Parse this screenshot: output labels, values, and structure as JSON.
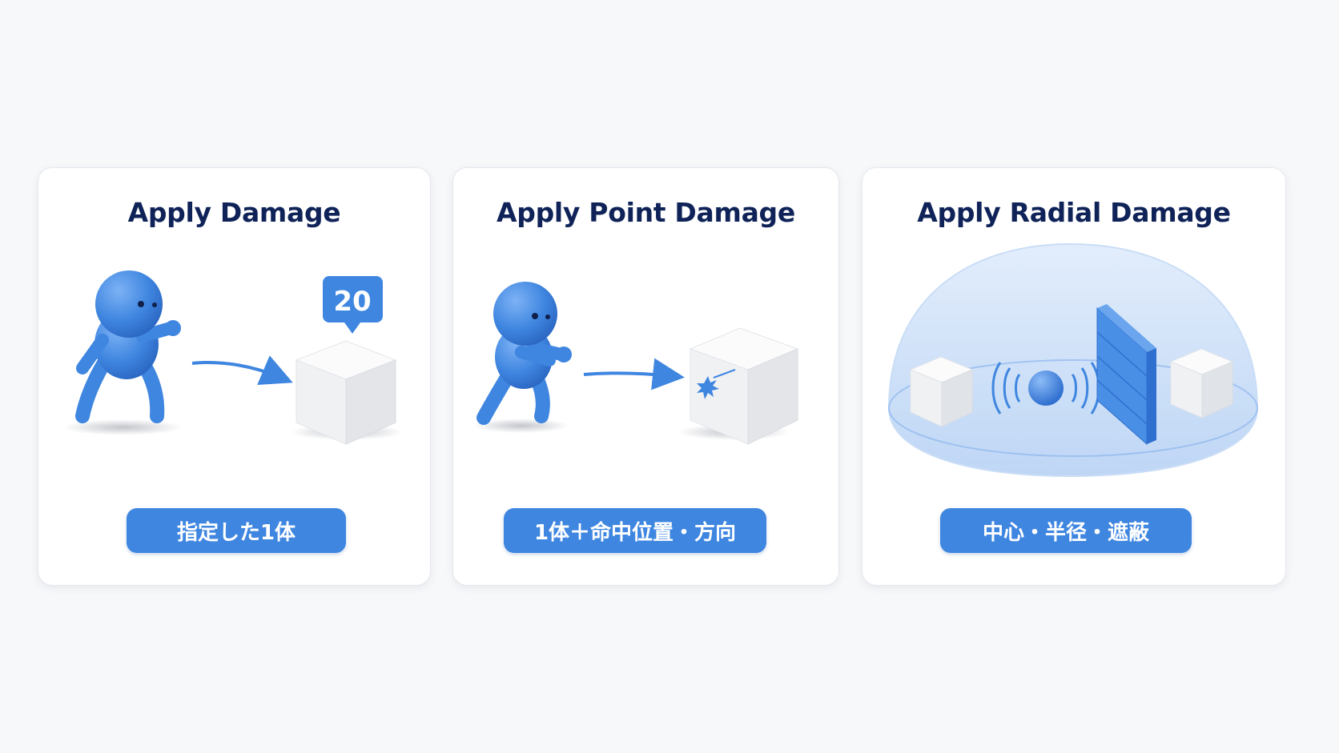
{
  "cards": [
    {
      "title": "Apply Damage",
      "badge": "20",
      "caption": "指定した1体"
    },
    {
      "title": "Apply Point Damage",
      "caption": "1体＋命中位置・方向"
    },
    {
      "title": "Apply Radial Damage",
      "caption": "中心・半径・遮蔽"
    }
  ],
  "colors": {
    "accent": "#3f86e0",
    "title": "#0f2358",
    "figure": "#4a8fe6"
  }
}
